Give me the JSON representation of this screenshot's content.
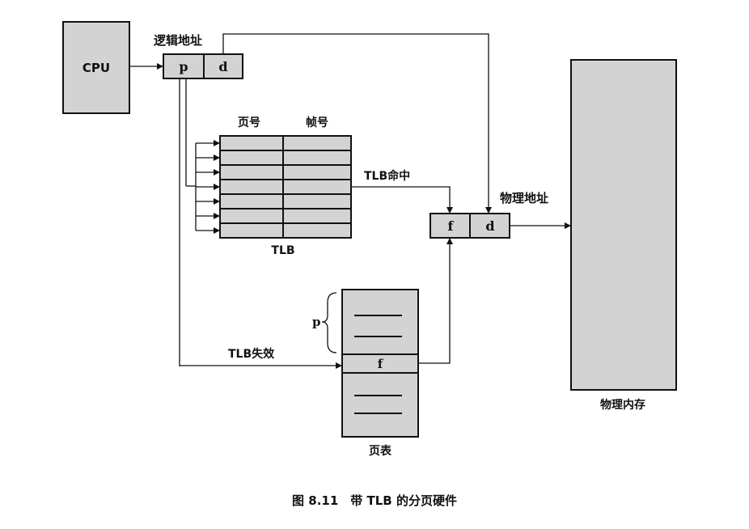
{
  "cpu": {
    "label": "CPU"
  },
  "logical_address": {
    "title": "逻辑地址",
    "fields": [
      "p",
      "d"
    ]
  },
  "tlb": {
    "header_page": "页号",
    "header_frame": "帧号",
    "label": "TLB",
    "hit_label": "TLB命中",
    "miss_label": "TLB失效"
  },
  "physical_address": {
    "title": "物理地址",
    "fields": [
      "f",
      "d"
    ]
  },
  "page_table": {
    "label": "页表",
    "index_label": "p",
    "entry_label": "f"
  },
  "physical_memory": {
    "label": "物理内存"
  },
  "caption": "图 8.11　带 TLB 的分页硬件",
  "colors": {
    "box_fill": "#d3d3d3",
    "stroke": "#111111",
    "background": "#ffffff"
  }
}
